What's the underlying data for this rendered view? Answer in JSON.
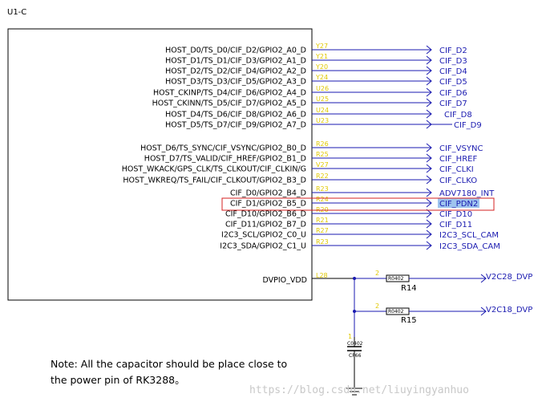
{
  "component": {
    "ref": "U1-C"
  },
  "pins": [
    {
      "name": "HOST_D0/TS_D0/CIF_D2/GPIO2_A0_D",
      "num": "Y27",
      "net": "CIF_D2"
    },
    {
      "name": "HOST_D1/TS_D1/CIF_D3/GPIO2_A1_D",
      "num": "Y21",
      "net": "CIF_D3"
    },
    {
      "name": "HOST_D2/TS_D2/CIF_D4/GPIO2_A2_D",
      "num": "Y20",
      "net": "CIF_D4"
    },
    {
      "name": "HOST_D3/TS_D3/CIF_D5/GPIO2_A3_D",
      "num": "Y24",
      "net": "CIF_D5"
    },
    {
      "name": "HOST_CKINP/TS_D4/CIF_D6/GPIO2_A4_D",
      "num": "U26",
      "net": "CIF_D6"
    },
    {
      "name": "HOST_CKINN/TS_D5/CIF_D7/GPIO2_A5_D",
      "num": "U25",
      "net": "CIF_D7"
    },
    {
      "name": "HOST_D4/TS_D6/CIF_D8/GPIO2_A6_D",
      "num": "U24",
      "net": "CIF_D8"
    },
    {
      "name": "HOST_D5/TS_D7/CIF_D9/GPIO2_A7_D",
      "num": "U23",
      "net": "CIF_D9"
    },
    {
      "name": "HOST_D6/TS_SYNC/CIF_VSYNC/GPIO2_B0_D",
      "num": "R26",
      "net": "CIF_VSYNC"
    },
    {
      "name": "HOST_D7/TS_VALID/CIF_HREF/GPIO2_B1_D",
      "num": "R25",
      "net": "CIF_HREF"
    },
    {
      "name": "HOST_WKACK/GPS_CLK/TS_CLKOUT/CIF_CLKIN/G",
      "num": "V27",
      "net": "CIF_CLKI"
    },
    {
      "name": "HOST_WKREQ/TS_FAIL/CIF_CLKOUT/GPIO2_B3_D",
      "num": "R22",
      "net": "CIF_CLKO"
    },
    {
      "name": "CIF_D0/GPIO2_B4_D",
      "num": "R23",
      "net": "ADV7180_INT"
    },
    {
      "name": "CIF_D1/GPIO2_B5_D",
      "num": "R24",
      "net": "CIF_PDN2"
    },
    {
      "name": "CIF_D10/GPIO2_B6_D",
      "num": "R20",
      "net": "CIF_D10"
    },
    {
      "name": "CIF_D11/GPIO2_B7_D",
      "num": "R21",
      "net": "CIF_D11"
    },
    {
      "name": "I2C3_SCL/GPIO2_C0_U",
      "num": "R27",
      "net": "I2C3_SCL_CAM"
    },
    {
      "name": "I2C3_SDA/GPIO2_C1_U",
      "num": "R23",
      "net": "I2C3_SDA_CAM"
    }
  ],
  "power": {
    "pin_name": "DVPIO_VDD",
    "pin_num": "L28",
    "resistors": [
      {
        "ref": "R14",
        "pkg": "R0402",
        "pin": "2",
        "net": "V2C28_DVP"
      },
      {
        "ref": "R15",
        "pkg": "R0402",
        "pin": "2",
        "net": "V2C18_DVP"
      }
    ],
    "cap": {
      "pin": "1",
      "pkg": "C0402",
      "value": "CP66"
    }
  },
  "note": {
    "line1": "Note:  All the capacitor should be place close to",
    "line2": "the power pin of RK3288。"
  },
  "watermark": "https://blog.csdn.net/liuyingyanhuo",
  "colors": {
    "net_label": "#1a1ab0",
    "pin_number": "#e0c800",
    "highlight_box": "#d62020",
    "selection": "#9ec4ee"
  }
}
